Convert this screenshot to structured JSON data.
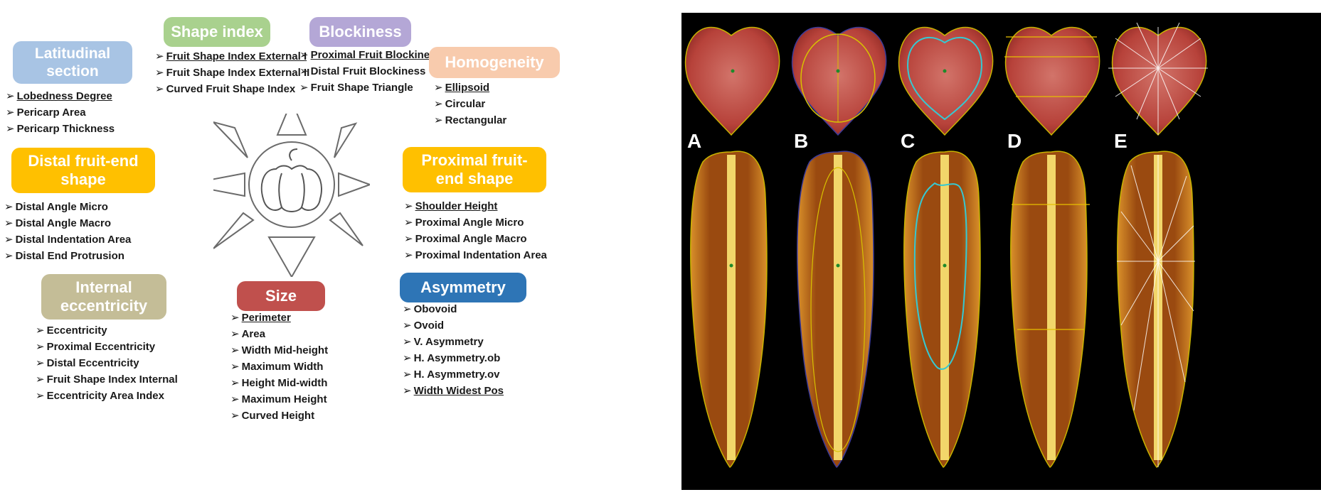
{
  "colors": {
    "latitudinal": "#a8c4e4",
    "shape_index": "#a9d18e",
    "blockiness": "#b4a7d6",
    "homogeneity": "#f8cbad",
    "distal": "#ffc000",
    "proximal": "#ffc000",
    "internal": "#c4bd97",
    "size": "#c0504d",
    "asymmetry": "#2e75b6"
  },
  "categories": {
    "latitudinal": {
      "title": "Latitudinal section",
      "items": [
        "Lobedness Degree",
        "Pericarp Area",
        "Pericarp Thickness"
      ]
    },
    "shape_index": {
      "title": "Shape index",
      "items": [
        "Fruit Shape Index External I",
        "Fruit Shape Index External II",
        "Curved Fruit Shape Index"
      ]
    },
    "blockiness": {
      "title": "Blockiness",
      "items": [
        "Proximal Fruit Blockiness",
        "Distal Fruit Blockiness",
        "Fruit Shape Triangle"
      ]
    },
    "homogeneity": {
      "title": "Homogeneity",
      "items": [
        "Ellipsoid",
        "Circular",
        "Rectangular"
      ]
    },
    "distal": {
      "title": "Distal fruit-end shape",
      "items": [
        "Distal Angle Micro",
        "Distal Angle Macro",
        "Distal Indentation Area",
        "Distal End Protrusion"
      ]
    },
    "proximal": {
      "title": "Proximal fruit-end shape",
      "items": [
        "Shoulder Height",
        "Proximal Angle Micro",
        "Proximal Angle Macro",
        "Proximal Indentation Area"
      ]
    },
    "internal": {
      "title": "Internal eccentricity",
      "items": [
        "Eccentricity",
        "Proximal Eccentricity",
        "Distal Eccentricity",
        "Fruit Shape Index Internal",
        "Eccentricity Area Index"
      ]
    },
    "size": {
      "title": "Size",
      "items": [
        "Perimeter",
        "Area",
        "Width Mid-height",
        "Maximum Width",
        "Height Mid-width",
        "Maximum Height",
        "Curved Height"
      ]
    },
    "asymmetry": {
      "title": "Asymmetry",
      "items": [
        "Obovoid",
        "Ovoid",
        "V. Asymmetry",
        "H. Asymmetry.ob",
        "H. Asymmetry.ov",
        "Width Widest Pos"
      ]
    }
  },
  "panels": [
    "A",
    "B",
    "C",
    "D",
    "E"
  ]
}
